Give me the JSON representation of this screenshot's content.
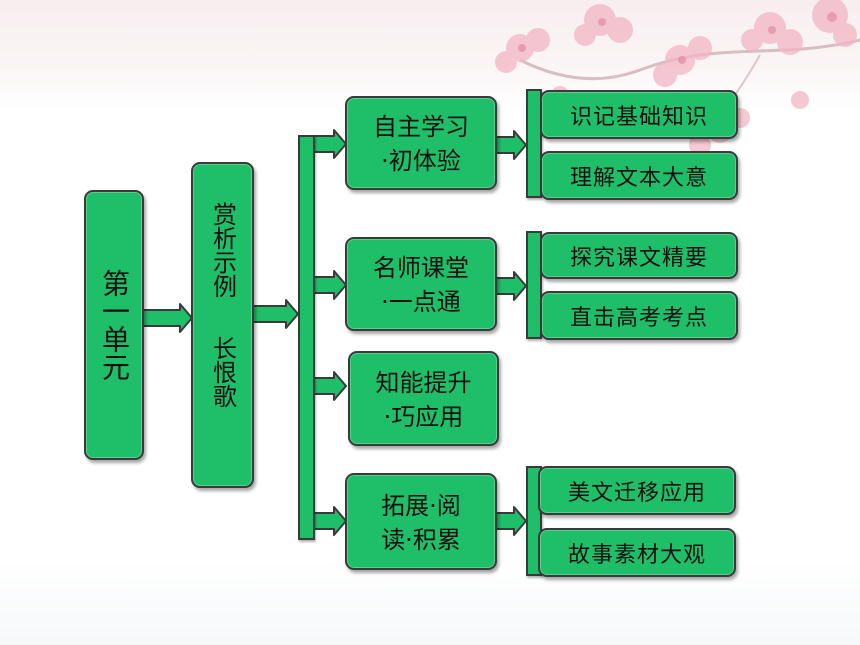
{
  "root": {
    "label": "第一单元"
  },
  "lesson": {
    "line1": "赏析示例",
    "line2": "长恨歌"
  },
  "sections": [
    {
      "line1": "自主学习",
      "line2": "·初体验",
      "items": [
        "识记基础知识",
        "理解文本大意"
      ]
    },
    {
      "line1": "名师课堂",
      "line2": "·一点通",
      "items": [
        "探究课文精要",
        "直击高考考点"
      ]
    },
    {
      "line1": "知能提升",
      "line2": "·巧应用",
      "items": []
    },
    {
      "line1": "拓展·阅",
      "line2": "读·积累",
      "items": [
        "美文迁移应用",
        "故事素材大观"
      ]
    }
  ],
  "colors": {
    "box_fill": "#1fbf6a",
    "border": "#3a3a3a",
    "blossom": "#f2b6c4"
  }
}
